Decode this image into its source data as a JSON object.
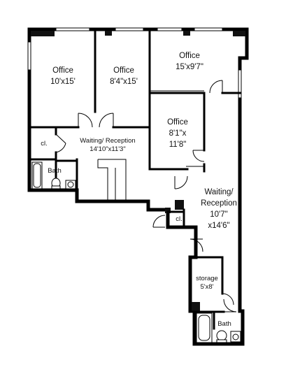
{
  "rooms": {
    "office_1": {
      "name": "Office",
      "dims": "10'x15'"
    },
    "office_2": {
      "name": "Office",
      "dims": "8'4\"x15'"
    },
    "office_3": {
      "name": "Office",
      "dims": "15'x9'7\""
    },
    "office_4": {
      "name": "Office",
      "dims_line1": "8'1\"x",
      "dims_line2": "11'8\""
    },
    "waiting_1": {
      "name": "Waiting/ Reception",
      "dims": "14'10\"x11'3\""
    },
    "waiting_2": {
      "name_line1": "Waiting/",
      "name_line2": "Reception",
      "dims_line1": "10'7\"",
      "dims_line2": "x14'6\""
    },
    "closet_1": {
      "name": "cl."
    },
    "closet_2": {
      "name": "cl."
    },
    "bath_1": {
      "name": "Bath"
    },
    "bath_2": {
      "name": "Bath"
    },
    "storage": {
      "name": "storage",
      "dims": "5'x8'"
    }
  }
}
